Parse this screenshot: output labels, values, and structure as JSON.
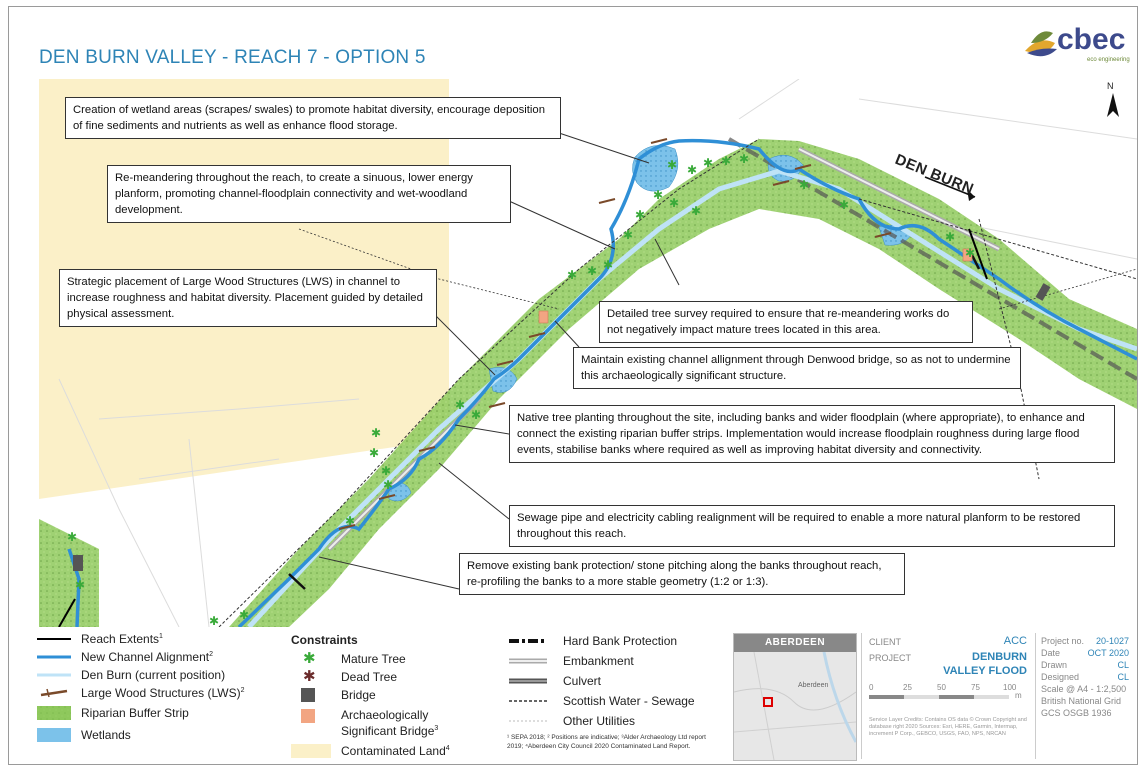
{
  "title": "DEN BURN VALLEY - REACH 7 - OPTION 5",
  "logo": {
    "name": "cbec",
    "subtitle": "eco engineering"
  },
  "map": {
    "north_label": "N",
    "river_label": "DEN BURN",
    "callouts": [
      {
        "id": "wetland",
        "text": "Creation of wetland areas (scrapes/ swales) to promote habitat diversity, encourage deposition of fine sediments and nutrients as well as enhance flood storage."
      },
      {
        "id": "remeander",
        "text": "Re-meandering throughout the reach, to create a sinuous, lower energy planform, promoting channel-floodplain connectivity and wet-woodland development."
      },
      {
        "id": "lws",
        "text": "Strategic placement of Large Wood Structures (LWS) in channel to increase roughness and habitat diversity. Placement guided by detailed physical assessment."
      },
      {
        "id": "treesurvey",
        "text": "Detailed tree survey required to ensure that re-meandering works do not negatively impact mature trees located in this area."
      },
      {
        "id": "bridge",
        "text": "Maintain existing channel allignment through Denwood bridge, so as not to undermine this archaeologically significant structure."
      },
      {
        "id": "planting",
        "text": "Native tree planting throughout the site,  including banks and wider floodplain (where appropriate), to enhance and connect the existing riparian buffer strips. Implementation would increase floodplain roughness during large flood events, stabilise banks where required as well as improving habitat diversity and connectivity."
      },
      {
        "id": "sewage",
        "text": "Sewage pipe and electricity cabling realignment will be required to enable a more natural planform to be restored throughout this reach."
      },
      {
        "id": "bankprot",
        "text": "Remove existing bank protection/ stone pitching along the banks throughout reach, re-profiling the banks to a more stable geometry (1:2 or 1:3)."
      }
    ]
  },
  "legend": {
    "left": [
      {
        "label": "Reach Extents",
        "sup": "1"
      },
      {
        "label": "New Channel Alignment",
        "sup": "2"
      },
      {
        "label": "Den Burn (current position)",
        "sup": ""
      },
      {
        "label": "Large Wood Structures (LWS)",
        "sup": "2"
      },
      {
        "label": "Riparian Buffer Strip",
        "sup": ""
      },
      {
        "label": "Wetlands",
        "sup": ""
      }
    ],
    "constraints_title": "Constraints",
    "constraints": [
      {
        "label": "Mature Tree",
        "sup": ""
      },
      {
        "label": "Dead Tree",
        "sup": ""
      },
      {
        "label": "Bridge",
        "sup": ""
      },
      {
        "label": "Archaeologically",
        "label2": "Significant Bridge",
        "sup": "3"
      },
      {
        "label": "Contaminated Land",
        "sup": "4"
      }
    ],
    "right": [
      {
        "label": "Hard Bank Protection"
      },
      {
        "label": "Embankment"
      },
      {
        "label": "Culvert"
      },
      {
        "label": "Scottish Water - Sewage"
      },
      {
        "label": "Other Utilities"
      }
    ],
    "footnote": "¹ SEPA 2018; ² Positions are indicative; ³Alder Archaeology Ltd report 2019; ⁴Aberdeen City Council 2020 Contaminated Land Report."
  },
  "inset": {
    "label": "ABERDEEN",
    "place": "Aberdeen"
  },
  "title_block": {
    "client_label": "CLIENT",
    "client": "ACC",
    "project_label": "PROJECT",
    "project_line1": "DENBURN",
    "project_line2": "VALLEY FLOOD",
    "scale_ticks": [
      "0",
      "25",
      "50",
      "75",
      "100"
    ],
    "scale_unit": "m",
    "project_no_label": "Project no.",
    "project_no": "20-1027",
    "date_label": "Date",
    "date": "OCT 2020",
    "drawn_label": "Drawn",
    "drawn": "CL",
    "designed_label": "Designed",
    "designed": "CL",
    "scale_text": "Scale @ A4 - 1:2,500",
    "grid_text": "British National Grid",
    "crs_text": "GCS OSGB 1936",
    "credits": "Service Layer Credits: Contains OS data © Crown Copyright and database right 2020 Sources: Esri, HERE, Garmin, Intermap, increment P Corp., GEBCO, USGS, FAO, NPS, NRCAN"
  },
  "colors": {
    "title": "#2e84b6",
    "new_channel": "#2f8fd6",
    "current_burn": "#bfe3f7",
    "buffer": "#8cc65a",
    "wetland": "#6cb8e6",
    "contaminated": "#fbf0c8",
    "mature_tree": "#3aaa3a",
    "dead_tree": "#6b2c2c",
    "bridge": "#555555",
    "arch_bridge": "#f2a582"
  }
}
